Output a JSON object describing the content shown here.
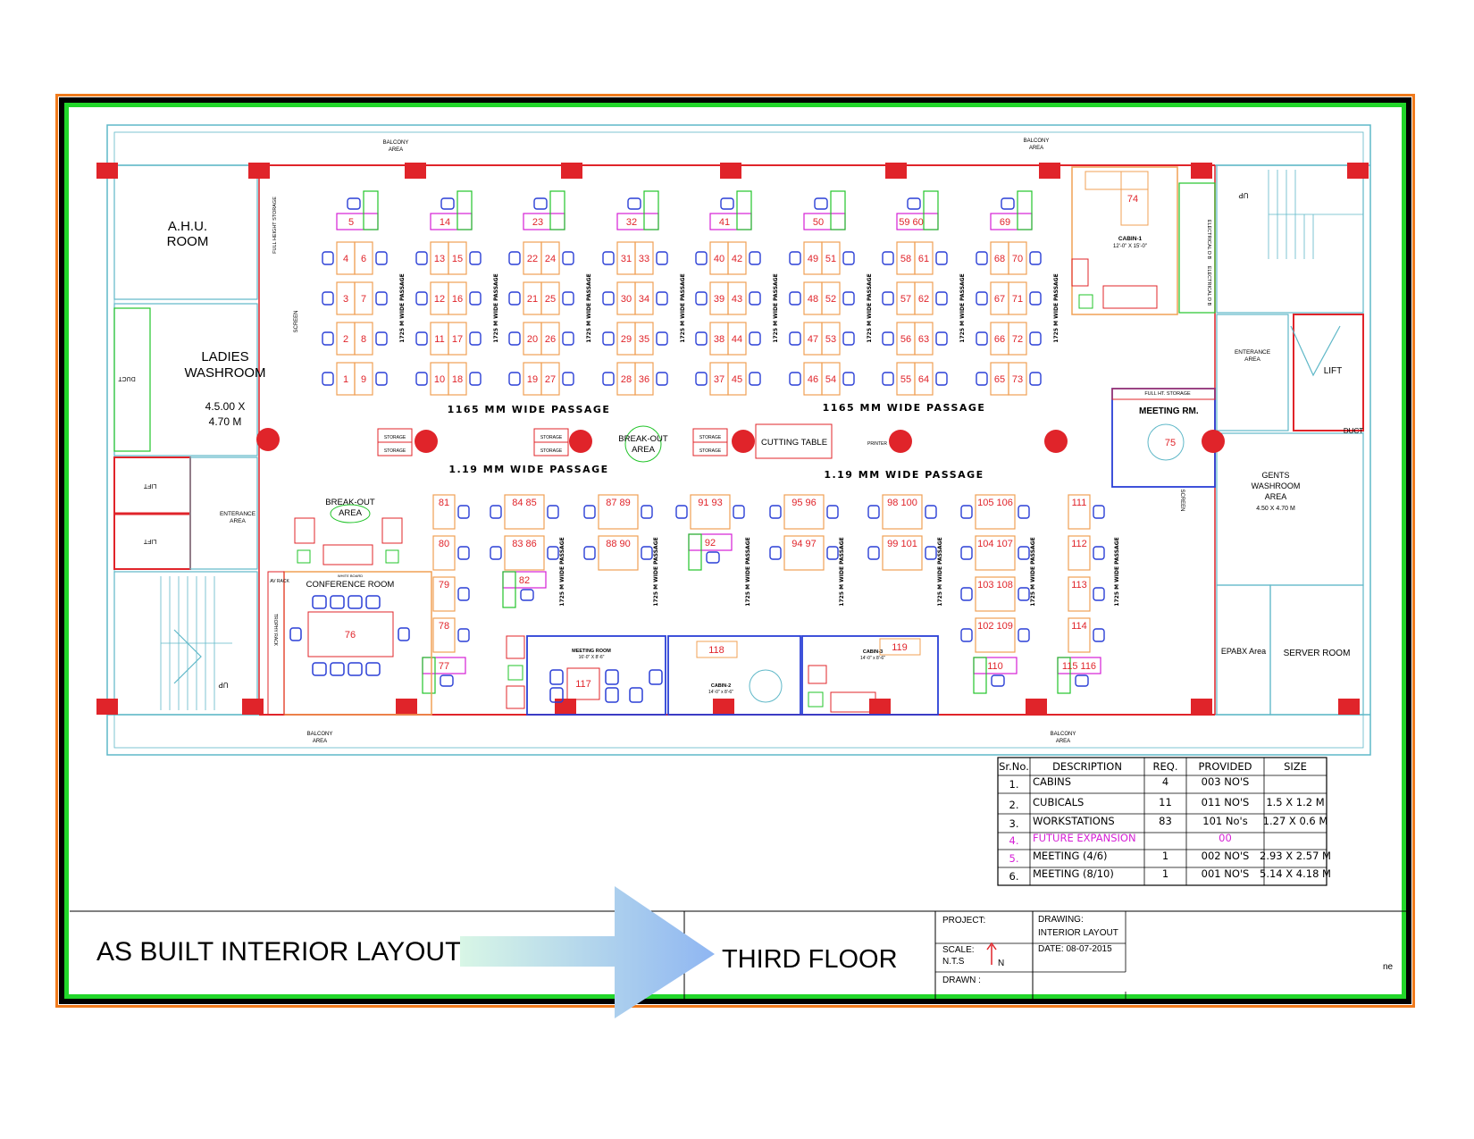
{
  "rooms": {
    "ahu": [
      "A.H.U.",
      "ROOM"
    ],
    "ladies": [
      "LADIES",
      "WASHROOM",
      "4.5.00 X",
      "4.70 M"
    ],
    "duct": "DUCT",
    "lift": "LIFT",
    "entrance": [
      "ENTERANCE",
      "AREA"
    ],
    "breakout_left": [
      "BREAK-OUT",
      "AREA"
    ],
    "breakout_center": [
      "BREAK-OUT",
      "AREA"
    ],
    "conference": "CONFERENCE ROOM",
    "conference_num": "76",
    "cutting_table": "CUTTING TABLE",
    "printer": "PRINTER",
    "storage": "STORAGE",
    "meeting_rm": "MEETING RM.",
    "meeting_num": "75",
    "full_ht_storage": "FULL HT. STORAGE",
    "full_height_storage": "FULL HEIGHT STORAGE",
    "screen": "SCREEN",
    "cabin1": [
      "CABIN-1",
      "12'-0\" X 15'-0\""
    ],
    "cabin1_num": "74",
    "electrical": "ELECTRICAL D B",
    "lift_right": "LIFT",
    "duct_right": "DUCT",
    "entrance_right": [
      "ENTERANCE",
      "AREA"
    ],
    "gents": [
      "GENTS",
      "WASHROOM",
      "AREA",
      "4.50 X 4.70 M"
    ],
    "epabx": "EPABX Area",
    "server": "SERVER ROOM",
    "meeting_room_bottom": [
      "MEETING ROOM",
      "16'-0\" X 8'-6\""
    ],
    "meeting_room_num": "117",
    "cabin2": [
      "CABIN-2",
      "14'-0\" x 8'-6\""
    ],
    "cabin2_num": "118",
    "cabin3": [
      "CABIN-3",
      "14'-0\" x 8'-6\""
    ],
    "cabin3_num": "119",
    "av_rack": "AV RACK",
    "trophy_rack": "TROPHY RACK",
    "white_board": "WHITE BOARD",
    "balcony": [
      "BALCONY",
      "AREA"
    ],
    "up": "UP"
  },
  "passages": {
    "top_left": "1165 MM WIDE PASSAGE",
    "top_right": "1165 MM WIDE PASSAGE",
    "bottom_left": "1.19 MM WIDE PASSAGE",
    "bottom_right": "1.19 MM WIDE PASSAGE",
    "vertical": "1725 M WIDE PASSAGE"
  },
  "upper_columns": [
    {
      "top": "5",
      "pairs": [
        [
          "4",
          "6"
        ],
        [
          "3",
          "7"
        ],
        [
          "2",
          "8"
        ],
        [
          "1",
          "9"
        ]
      ]
    },
    {
      "top": "14",
      "pairs": [
        [
          "13",
          "15"
        ],
        [
          "12",
          "16"
        ],
        [
          "11",
          "17"
        ],
        [
          "10",
          "18"
        ]
      ]
    },
    {
      "top": "23",
      "pairs": [
        [
          "22",
          "24"
        ],
        [
          "21",
          "25"
        ],
        [
          "20",
          "26"
        ],
        [
          "19",
          "27"
        ]
      ]
    },
    {
      "top": "32",
      "pairs": [
        [
          "31",
          "33"
        ],
        [
          "30",
          "34"
        ],
        [
          "29",
          "35"
        ],
        [
          "28",
          "36"
        ]
      ]
    },
    {
      "top": "41",
      "pairs": [
        [
          "40",
          "42"
        ],
        [
          "39",
          "43"
        ],
        [
          "38",
          "44"
        ],
        [
          "37",
          "45"
        ]
      ]
    },
    {
      "top": "50",
      "pairs": [
        [
          "49",
          "51"
        ],
        [
          "48",
          "52"
        ],
        [
          "47",
          "53"
        ],
        [
          "46",
          "54"
        ]
      ]
    },
    {
      "top": "59 60",
      "pairs": [
        [
          "58",
          "61"
        ],
        [
          "57",
          "62"
        ],
        [
          "56",
          "63"
        ],
        [
          "55",
          "64"
        ]
      ]
    },
    {
      "top": "69",
      "pairs": [
        [
          "68",
          "70"
        ],
        [
          "67",
          "71"
        ],
        [
          "66",
          "72"
        ],
        [
          "65",
          "73"
        ]
      ]
    }
  ],
  "lower_columns": [
    {
      "cells": [
        "81",
        "80",
        "79",
        "78"
      ],
      "bottom": "77"
    },
    {
      "cells": [
        "84 85",
        "83 86"
      ],
      "bottom": "82"
    },
    {
      "cells": [
        "87 89",
        "88 90"
      ],
      "bottom": ""
    },
    {
      "cells": [
        "91 93"
      ],
      "bottom": "92"
    },
    {
      "cells": [
        "95 96",
        "94 97"
      ],
      "bottom": ""
    },
    {
      "cells": [
        "98 100",
        "99 101"
      ],
      "bottom": ""
    },
    {
      "cells": [
        "105 106",
        "104 107",
        "103 108",
        "102 109"
      ],
      "bottom": "110"
    },
    {
      "cells": [
        "111",
        "112",
        "113",
        "114"
      ],
      "bottom": "115 116"
    }
  ],
  "schedule": {
    "headers": [
      "Sr.No.",
      "DESCRIPTION",
      "REQ.",
      "PROVIDED",
      "SIZE"
    ],
    "rows": [
      [
        "1.",
        "CABINS",
        "4",
        "003 NO'S",
        ""
      ],
      [
        "2.",
        "CUBICALS",
        "11",
        "011 NO'S",
        "1.5 X 1.2 M"
      ],
      [
        "3.",
        "WORKSTATIONS",
        "83",
        "101 No's",
        "1.27 X 0.6 M"
      ],
      [
        "4.",
        "FUTURE EXPANSION",
        "",
        "00",
        ""
      ],
      [
        "5.",
        "MEETING (4/6)",
        "1",
        "002 NO'S",
        "2.93 X 2.57 M"
      ],
      [
        "6.",
        "MEETING (8/10)",
        "1",
        "001 NO'S",
        "5.14 X 4.18 M"
      ]
    ],
    "highlight_color": "#d61fd6"
  },
  "title_block": {
    "title": "AS BUILT INTERIOR  LAYOUT",
    "floor": "THIRD  FLOOR",
    "project_label": "PROJECT:",
    "drawing_label": "DRAWING:",
    "drawing_value": "INTERIOR LAYOUT",
    "scale_label": "SCALE:",
    "scale_value": "N.T.S",
    "north": "N",
    "date": "DATE: 08-07-2015",
    "drawn_label": "DRAWN :",
    "corner": "ne"
  },
  "colors": {
    "wall": "#e0242a",
    "outline": "#5fb8c8",
    "furniture": "#f0a055",
    "chair": "#2a3fd6",
    "accent_green": "#22c42a",
    "magenta": "#d61fd6",
    "frame_orange": "#f07a1c",
    "frame_green": "#22d62a"
  }
}
